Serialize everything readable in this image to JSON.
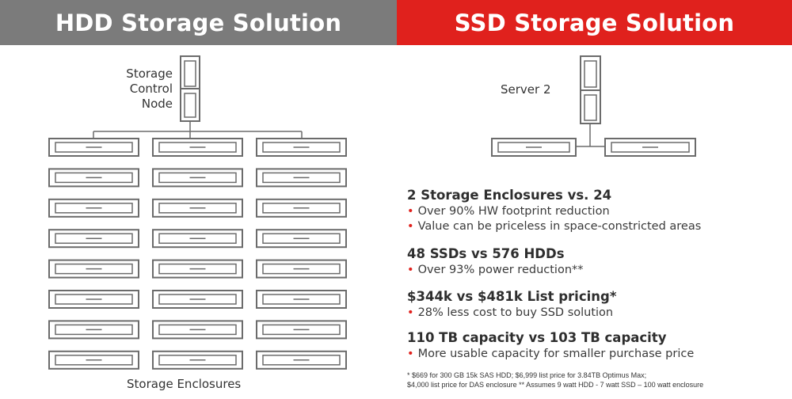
{
  "header": {
    "hdd_title": "HDD Storage Solution",
    "ssd_title": "SSD Storage Solution"
  },
  "colors": {
    "hdd_header": "#7b7b7b",
    "ssd_header": "#e0211d",
    "bullet": "#e0211d",
    "device_stroke": "#6b6b6b"
  },
  "hdd": {
    "node_label": [
      "Storage",
      "Control",
      "Node"
    ],
    "enclosures_label": "Storage Enclosures"
  },
  "ssd": {
    "node_label": "Server 2",
    "blocks": [
      {
        "title": "2 Storage Enclosures vs. 24",
        "bullets": [
          "Over 90% HW footprint reduction",
          "Value can be priceless in space-constricted areas"
        ]
      },
      {
        "title": "48 SSDs vs 576 HDDs",
        "bullets": [
          "Over 93% power reduction**"
        ]
      },
      {
        "title": "$344k vs $481k List pricing*",
        "bullets": [
          "28% less cost to buy SSD solution"
        ]
      },
      {
        "title": "110 TB capacity vs 103 TB capacity",
        "bullets": [
          "More usable capacity for smaller purchase price"
        ]
      }
    ],
    "footnotes": [
      "*   $669 for 300 GB 15k SAS HDD; $6,999 list price for 3.84TB Optimus Max;",
      "$4,000 list price for DAS enclosure     ** Assumes 9 watt HDD - 7 watt SSD – 100 watt enclosure"
    ]
  }
}
